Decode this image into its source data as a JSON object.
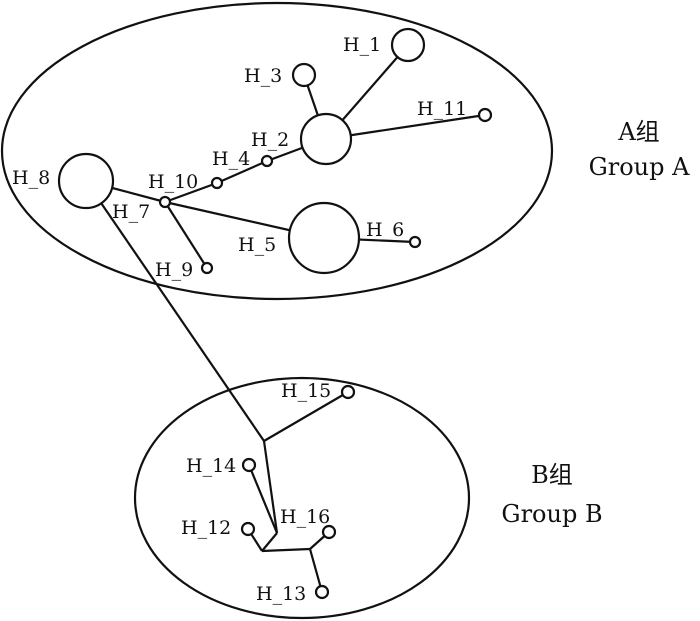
{
  "groups": [
    {
      "id": "A",
      "zh": "A组",
      "en": "Group A"
    },
    {
      "id": "B",
      "zh": "B组",
      "en": "Group B"
    }
  ],
  "haplotypes": [
    {
      "id": "H_1",
      "label": "H_1"
    },
    {
      "id": "H_2",
      "label": "H_2"
    },
    {
      "id": "H_3",
      "label": "H_3"
    },
    {
      "id": "H_4",
      "label": "H_4"
    },
    {
      "id": "H_5",
      "label": "H_5"
    },
    {
      "id": "H_6",
      "label": "H_6"
    },
    {
      "id": "H_7",
      "label": "H_7"
    },
    {
      "id": "H_8",
      "label": "H_8"
    },
    {
      "id": "H_9",
      "label": "H_9"
    },
    {
      "id": "H_10",
      "label": "H_10"
    },
    {
      "id": "H_11",
      "label": "H_11"
    },
    {
      "id": "H_12",
      "label": "H_12"
    },
    {
      "id": "H_13",
      "label": "H_13"
    },
    {
      "id": "H_14",
      "label": "H_14"
    },
    {
      "id": "H_15",
      "label": "H_15"
    },
    {
      "id": "H_16",
      "label": "H_16"
    }
  ],
  "edges": [
    [
      "H_1",
      "H_2"
    ],
    [
      "H_3",
      "H_2"
    ],
    [
      "H_11",
      "H_2"
    ],
    [
      "H_2",
      "H_4"
    ],
    [
      "H_4",
      "H_10"
    ],
    [
      "H_10",
      "H_7"
    ],
    [
      "H_8",
      "H_7"
    ],
    [
      "H_7",
      "H_9"
    ],
    [
      "H_7",
      "H_5"
    ],
    [
      "H_5",
      "H_6"
    ],
    [
      "H_8",
      "jB1"
    ],
    [
      "jB1",
      "H_15"
    ],
    [
      "jB1",
      "jB2"
    ],
    [
      "H_14",
      "jB2"
    ],
    [
      "jB2",
      "jB3"
    ],
    [
      "H_12",
      "jB3"
    ],
    [
      "jB3",
      "jB4"
    ],
    [
      "jB4",
      "H_16"
    ],
    [
      "jB4",
      "H_13"
    ]
  ]
}
